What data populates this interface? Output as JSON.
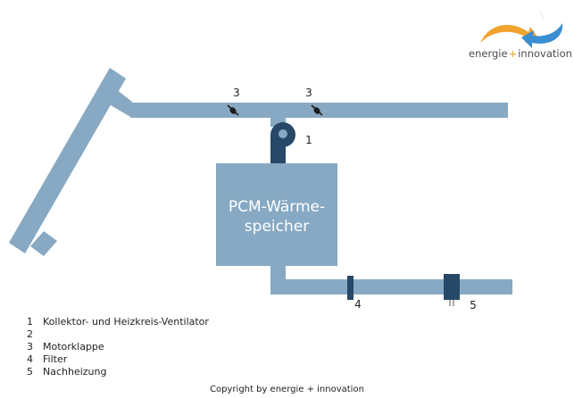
{
  "diagram": {
    "storage_label_line1": "PCM-Wärme-",
    "storage_label_line2": "speicher",
    "markers": {
      "fan": "1",
      "damper_left": "3",
      "damper_right": "3",
      "filter": "4",
      "heater": "5"
    }
  },
  "logo": {
    "text_before": "energie",
    "plus": "+",
    "text_after": "innovation"
  },
  "legend": {
    "items": [
      {
        "num": "1",
        "label": "Kollektor- und Heizkreis-Ventilator"
      },
      {
        "num": "2",
        "label": ""
      },
      {
        "num": "3",
        "label": "Motorklappe"
      },
      {
        "num": "4",
        "label": "Filter"
      },
      {
        "num": "5",
        "label": "Nachheizung"
      }
    ]
  },
  "copyright": "Copyright by energie + innovation",
  "colors": {
    "pipe": "#87a9c3",
    "component_dark": "#274868",
    "logo_orange": "#f0a32e",
    "logo_blue": "#3a8fd0"
  }
}
